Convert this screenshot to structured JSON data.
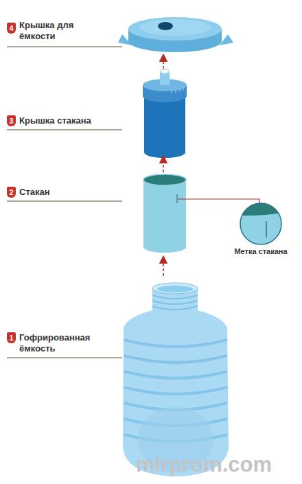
{
  "diagram": {
    "nodes": [
      {
        "text": [
          "4"
        ]
      },
      {
        "text": [
          "3"
        ]
      },
      {
        "text": [
          "2"
        ]
      },
      {
        "text": [
          "1"
        ]
      }
    ],
    "labels": [
      "Крышка для ёмкости",
      "Крышка стакана",
      "Стакан",
      "Метка стакана",
      "Гофрированная ёмкость",
      "mirprom.com"
    ]
  }
}
